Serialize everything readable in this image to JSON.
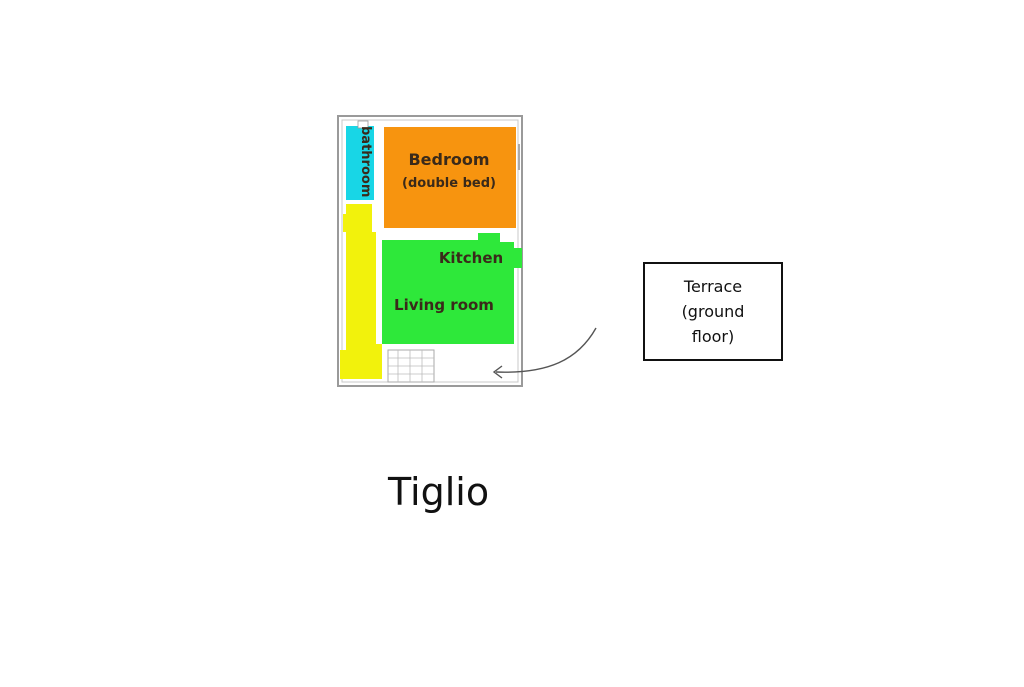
{
  "floorplan": {
    "title": "Tiglio",
    "rooms": {
      "bathroom": {
        "label": "bathroom",
        "color": "#18d6e6"
      },
      "bedroom": {
        "label_line1": "Bedroom",
        "label_line2": "(double bed)",
        "color": "#f7940f"
      },
      "kitchen": {
        "label": "Kitchen",
        "color": "#2ee83a"
      },
      "living_room": {
        "label": "Living room",
        "color": "#2ee83a"
      },
      "hallway": {
        "color": "#f2f20c"
      }
    },
    "terrace": {
      "line1": "Terrace",
      "line2": "(ground",
      "line3": "floor)"
    }
  }
}
